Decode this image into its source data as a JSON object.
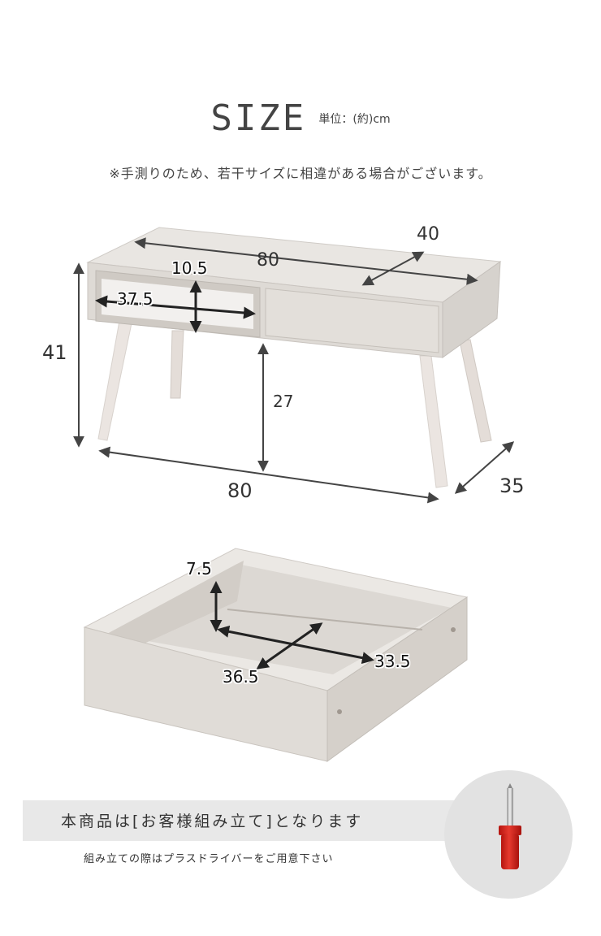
{
  "header": {
    "title": "SIZE",
    "unit": "単位：(約)cm",
    "note": "※手測りのため、若干サイズに相違がある場合がございます。"
  },
  "table_dims": {
    "top_width": "80",
    "top_depth": "40",
    "shelf_height": "10.5",
    "shelf_width": "37.5",
    "total_height": "41",
    "clearance": "27",
    "bottom_width": "80",
    "bottom_depth": "35"
  },
  "drawer_dims": {
    "inner_height": "7.5",
    "inner_depth": "36.5",
    "inner_width": "33.5"
  },
  "assembly": {
    "notice": "本商品は[お客様組み立て]となります",
    "tool_note": "組み立ての際はプラスドライバーをご用意下さい",
    "icon": "screwdriver-icon"
  },
  "colors": {
    "board": "#e6e3df",
    "board_dark": "#d3cfca",
    "leg": "#e8e2de",
    "banner": "#e8e8e8",
    "circle": "#e2e2e2",
    "handle_red": "#d7261e"
  }
}
